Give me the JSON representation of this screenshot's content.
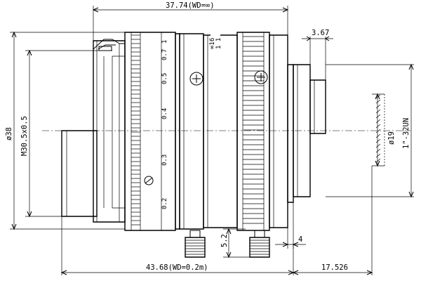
{
  "dimensions": {
    "total_length_top": "37.74(WD=∞)",
    "flange_3_67": "3.67",
    "dia_38": "ø38",
    "filter_thread": "M30.5x0.5",
    "dia_19": "ø19",
    "mount_thread": "1\"-32UN",
    "screw_height": "5.2",
    "dim_4": "4",
    "total_length_bottom": "43.68(WD=0.2m)",
    "flange_back": "17.526"
  },
  "focus_scale": [
    "0.2",
    "0.3",
    "0.4",
    "0.5",
    "0.7",
    "1"
  ],
  "aperture_scale": [
    "∞",
    "16",
    "11"
  ],
  "icons": [
    "focus-lock-screw-icon",
    "iris-lock-screw-icon",
    "aperture-mark-icon"
  ]
}
